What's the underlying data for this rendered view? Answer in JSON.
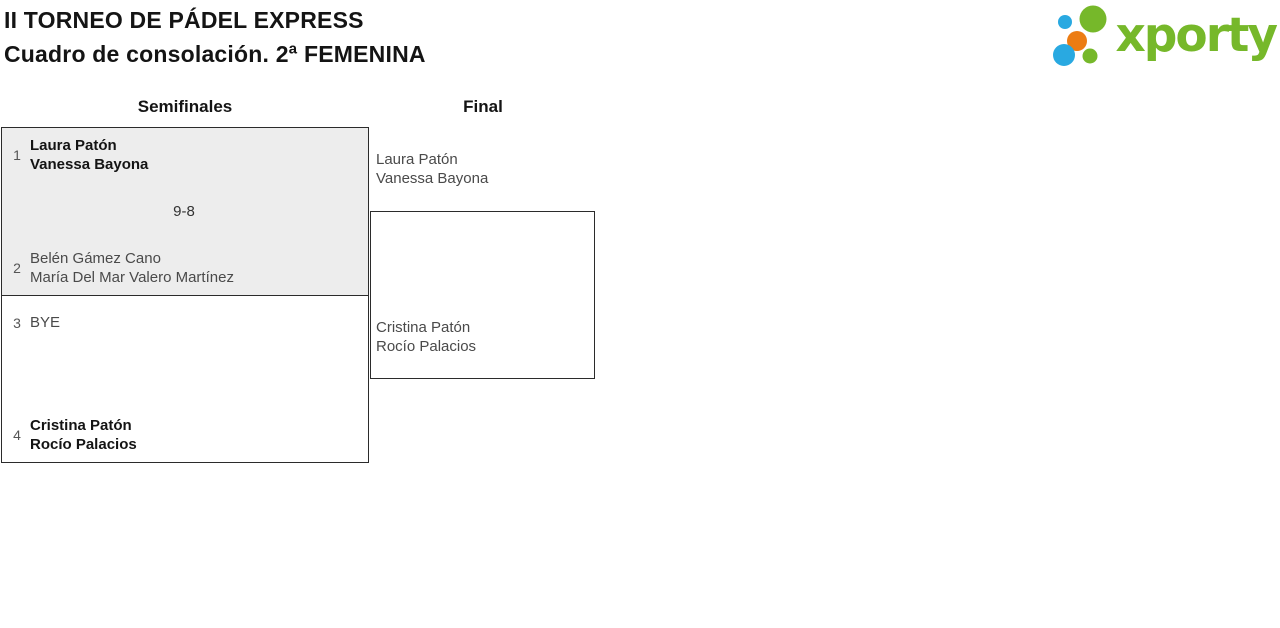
{
  "page": {
    "background": "#ffffff"
  },
  "header": {
    "title_line1": "II TORNEO DE PÁDEL EXPRESS",
    "title_line2": "Cuadro de consolación. 2ª FEMENINA"
  },
  "logo": {
    "wordmark": "xporty",
    "wordmark_color": "#76b82a",
    "dot_colors": {
      "blue": "#29a9e1",
      "green": "#76b82a",
      "orange": "#ec7c13"
    }
  },
  "colors": {
    "border": "#2b2b2b",
    "played_match_bg": "#ededed",
    "winner_text": "#141414",
    "regular_text": "#4a4a4a",
    "seed_text": "#555555"
  },
  "bracket": {
    "round_headers": [
      "Semifinales",
      "Final"
    ],
    "semifinals": {
      "match1": {
        "score": "9-8",
        "team1": {
          "seed": "1",
          "players": [
            "Laura Patón",
            "Vanessa Bayona"
          ],
          "result": "winner"
        },
        "team2": {
          "seed": "2",
          "players": [
            "Belén Gámez Cano",
            "María Del Mar Valero Martínez"
          ],
          "result": "loser"
        }
      },
      "match2": {
        "score": "",
        "team1": {
          "seed": "3",
          "players": [
            "BYE"
          ],
          "result": "loser"
        },
        "team2": {
          "seed": "4",
          "players": [
            "Cristina Patón",
            "Rocío Palacios"
          ],
          "result": "winner"
        }
      }
    },
    "final": {
      "team1": {
        "players": [
          "Laura Patón",
          "Vanessa Bayona"
        ]
      },
      "team2": {
        "players": [
          "Cristina Patón",
          "Rocío Palacios"
        ]
      }
    }
  }
}
